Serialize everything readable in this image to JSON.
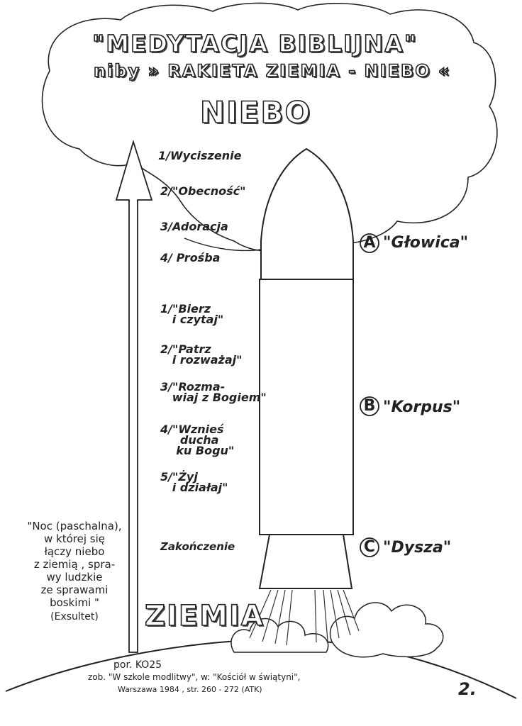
{
  "title": {
    "line1": "\"MEDYTACJA BIBLIJNA\"",
    "line2": "niby » RAKIETA ZIEMIA - NIEBO «"
  },
  "top_label": "NIEBO",
  "bottom_label": "ZIEMIA",
  "steps_head": [
    {
      "number": "1/",
      "text": "Wyciszenie"
    },
    {
      "number": "2/",
      "text": "\"Obecność\""
    },
    {
      "number": "3/",
      "text": "Adoracja"
    },
    {
      "number": "4/",
      "text": "Prośba"
    }
  ],
  "steps_body": [
    {
      "number": "1/",
      "text": "\"Bierz",
      "text2": "i czytaj\""
    },
    {
      "number": "2/",
      "text": "\"Patrz",
      "text2": "i rozważaj\""
    },
    {
      "number": "3/",
      "text": "\"Rozma-",
      "text2": "wiaj z Bogiem\""
    },
    {
      "number": "4/",
      "text": "\"Wznieś",
      "text2": "ducha",
      "text3": "ku Bogu\""
    },
    {
      "number": "5/",
      "text": "\"Żyj",
      "text2": "i działaj\""
    }
  ],
  "ending": "Zakończenie",
  "parts": [
    {
      "letter": "A",
      "name": "\"Głowica\""
    },
    {
      "letter": "B",
      "name": "\"Korpus\""
    },
    {
      "letter": "C",
      "name": "\"Dysza\""
    }
  ],
  "quote": {
    "lines": [
      "\"Noc (paschalna),",
      "w której się",
      "łączy niebo",
      "z ziemią , spra-",
      "wy ludzkie",
      "ze sprawami",
      "boskimi \""
    ],
    "source": "(Exsultet)"
  },
  "reference": {
    "line1": "por. KO25",
    "line2": "zob. \"W szkole modlitwy\", w: \"Kościół w świątyni\",",
    "line3": "Warszawa 1984 , str. 260 - 272 (ATK)"
  },
  "page_number": "2."
}
